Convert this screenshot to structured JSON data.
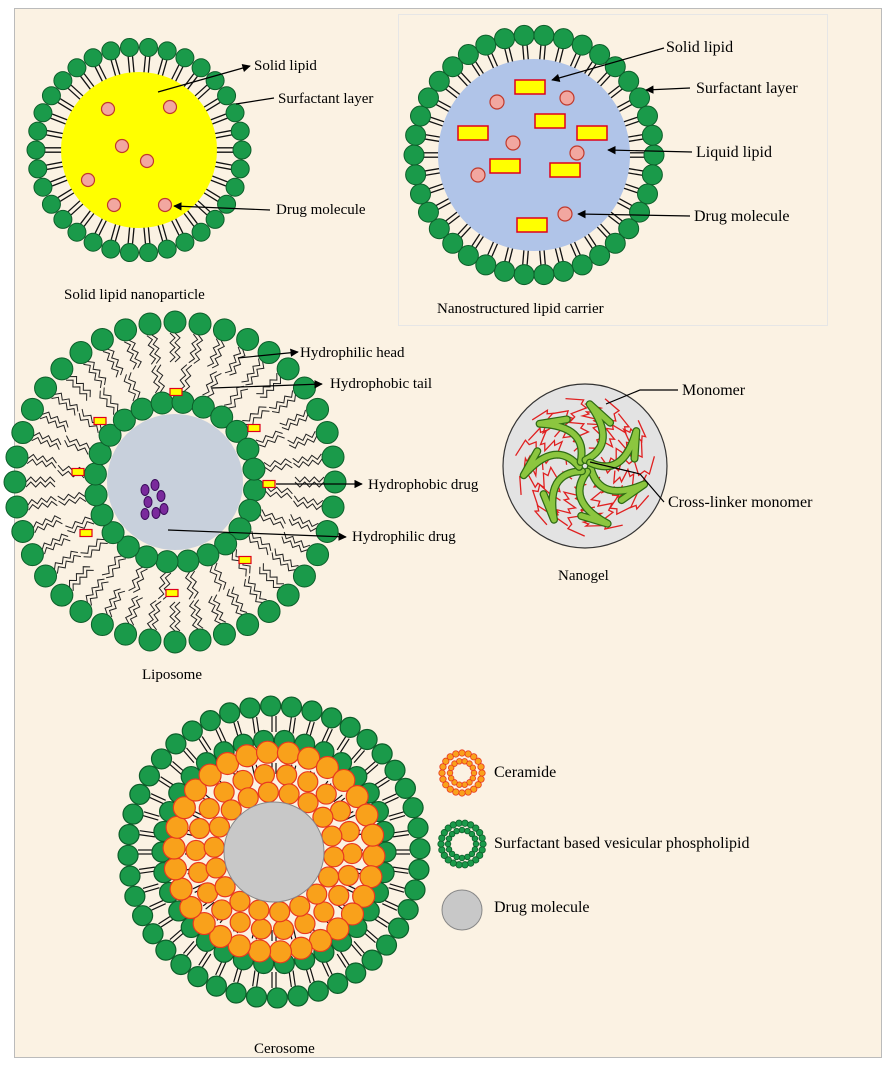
{
  "colors": {
    "background": "#fbf2e3",
    "head_green": "#1a9a4a",
    "head_stroke": "#0d5e2a",
    "sln_core": "#ffff00",
    "nlc_core": "#b0c4e8",
    "drug_fill": "#f2a7a0",
    "drug_stroke": "#c0392b",
    "lipid_fill": "#ffff00",
    "lipid_stroke": "#e0001a",
    "liposome_core": "#c8d0dc",
    "hydrophilic_drug": "#7a2a9c",
    "ceramide_fill": "#f9a11b",
    "ceramide_stroke": "#e8391f",
    "cerosome_core": "#c8c8c8",
    "nanogel_bg": "#e3e3e3",
    "nanogel_strand": "#8cc63f",
    "crosslinker": "#e02020"
  },
  "sln": {
    "caption": "Solid lipid nanoparticle",
    "labels": {
      "solid_lipid": "Solid lipid",
      "surfactant": "Surfactant layer",
      "drug": "Drug molecule"
    }
  },
  "nlc": {
    "caption": "Nanostructured lipid carrier",
    "labels": {
      "solid_lipid": "Solid lipid",
      "surfactant": "Surfactant layer",
      "liquid_lipid": "Liquid lipid",
      "drug": "Drug molecule"
    }
  },
  "liposome": {
    "caption": "Liposome",
    "labels": {
      "head": "Hydrophilic head",
      "tail": "Hydrophobic tail",
      "phobic_drug": "Hydrophobic drug",
      "philic_drug": "Hydrophilic drug"
    }
  },
  "nanogel": {
    "caption": "Nanogel",
    "labels": {
      "monomer": "Monomer",
      "crosslinker": "Cross-linker monomer"
    }
  },
  "cerosome": {
    "caption": "Cerosome",
    "legend": [
      {
        "label": "Ceramide",
        "icon": "ceramide-ring-icon"
      },
      {
        "label": "Surfactant based vesicular phospholipid",
        "icon": "phospholipid-ring-icon"
      },
      {
        "label": "Drug molecule",
        "icon": "drug-molecule-icon"
      }
    ]
  }
}
